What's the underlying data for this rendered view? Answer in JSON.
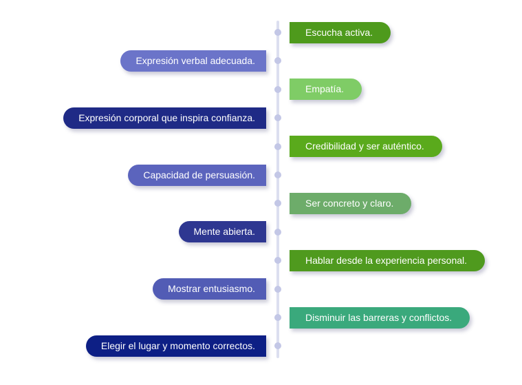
{
  "items": [
    {
      "label": "Escucha activa.",
      "side": "right",
      "color": "#4e9a1c"
    },
    {
      "label": "Expresión verbal adecuada.",
      "side": "left",
      "color": "#6b74c9"
    },
    {
      "label": "Empatía.",
      "side": "right",
      "color": "#7fcc66"
    },
    {
      "label": "Expresión corporal que inspira confianza.",
      "side": "left",
      "color": "#1f2a86"
    },
    {
      "label": "Credibilidad y ser auténtico.",
      "side": "right",
      "color": "#5aaa1c"
    },
    {
      "label": "Capacidad de persuasión.",
      "side": "left",
      "color": "#5b64bd"
    },
    {
      "label": "Ser concreto y claro.",
      "side": "right",
      "color": "#6dac6a"
    },
    {
      "label": "Mente abierta.",
      "side": "left",
      "color": "#2e3791"
    },
    {
      "label": "Hablar desde la experiencia personal.",
      "side": "right",
      "color": "#4f9a1e"
    },
    {
      "label": "Mostrar entusiasmo.",
      "side": "left",
      "color": "#525cb5"
    },
    {
      "label": "Disminuir las barreras y conflictos.",
      "side": "right",
      "color": "#3aa97c"
    },
    {
      "label": "Elegir el lugar y momento correctos.",
      "side": "left",
      "color": "#0d1f85"
    }
  ]
}
